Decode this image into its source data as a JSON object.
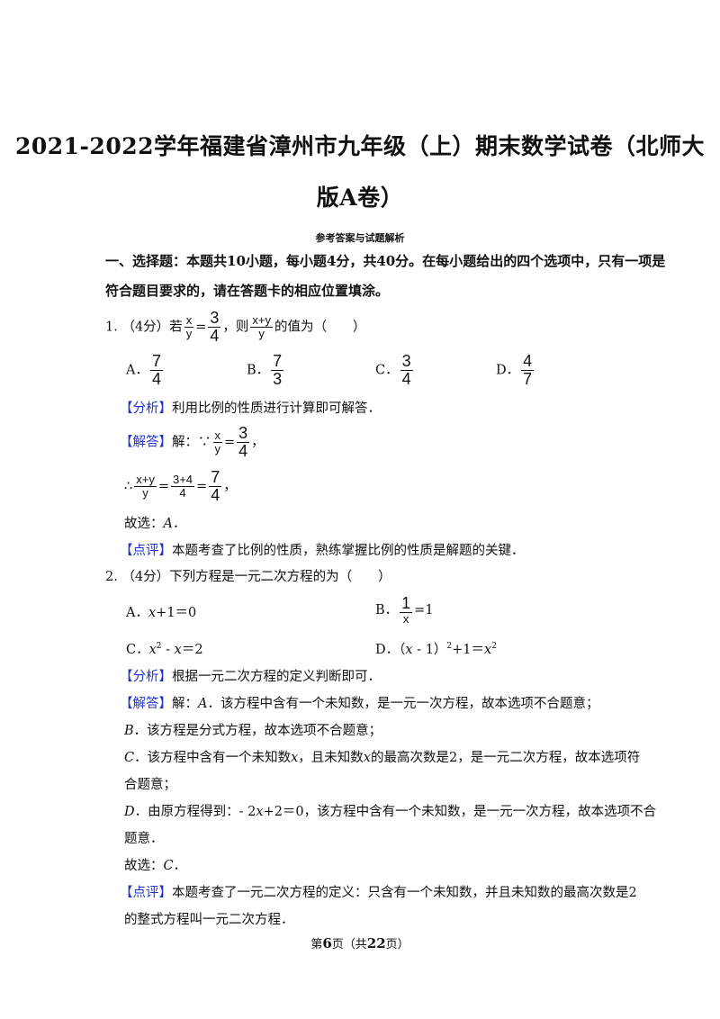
{
  "title": {
    "line1": "2021-2022学年福建省漳州市九年级（上）期末数学试卷（北师大",
    "line2": "版A卷）"
  },
  "subtitle": "参考答案与试题解析",
  "section": {
    "line1": "一、选择题：本题共10小题，每小题4分，共40分。在每小题给出的四个选项中，只有一项是",
    "line2": "符合题目要求的，请在答题卡的相应位置填涂。"
  },
  "q1": {
    "num": "1.",
    "score": "（4分）若",
    "frac1": {
      "n": "x",
      "d": "y"
    },
    "eq": "=",
    "frac2": {
      "n": "3",
      "d": "4"
    },
    "mid": "，则",
    "frac3": {
      "n": "x+y",
      "d": "y"
    },
    "tail": "的值为（　　）",
    "options": [
      {
        "label": "A．",
        "n": "7",
        "d": "4"
      },
      {
        "label": "B．",
        "n": "7",
        "d": "3"
      },
      {
        "label": "C．",
        "n": "3",
        "d": "4"
      },
      {
        "label": "D．",
        "n": "4",
        "d": "7"
      }
    ],
    "analysis_tag": "【分析】",
    "analysis": "利用比例的性质进行计算即可解答．",
    "answer_tag": "【解答】",
    "answer_pre": "解：∵",
    "ans_f1": {
      "n": "x",
      "d": "y"
    },
    "ans_eq": "=",
    "ans_f2": {
      "n": "3",
      "d": "4"
    },
    "ans_end": "，",
    "step_pre": "∴",
    "step_f1": {
      "n": "x+y",
      "d": "y"
    },
    "step_eq1": "=",
    "step_f2": {
      "n": "3+4",
      "d": "4"
    },
    "step_eq2": "=",
    "step_f3": {
      "n": "7",
      "d": "4"
    },
    "step_end": "，",
    "choose_pre": "故选：",
    "choose": "A",
    "choose_end": "．",
    "comment_tag": "【点评】",
    "comment": "本题考查了比例的性质，熟练掌握比例的性质是解题的关键．"
  },
  "q2": {
    "num": "2.",
    "text": "（4分）下列方程是一元二次方程的为（　　）",
    "optA_label": "A．",
    "optA_x": "x",
    "optA_rest": "+1＝0",
    "optB_label": "B．",
    "optB_n": "1",
    "optB_d": "x",
    "optB_rest": "=1",
    "optC_label": "C．",
    "optC_x": "x",
    "optC_sup": "2",
    "optC_mid": " - ",
    "optC_x2": "x",
    "optC_rest": "＝2",
    "optD_label": "D．",
    "optD_pre": "（",
    "optD_x": "x",
    "optD_mid": " - 1）",
    "optD_sup": "2",
    "optD_rest": "+1＝",
    "optD_x2": "x",
    "optD_sup2": "2",
    "analysis_tag": "【分析】",
    "analysis": "根据一元二次方程的定义判断即可．",
    "answer_tag": "【解答】",
    "answer_a_pre": "解：",
    "answer_a_letter": "A",
    "answer_a": "．该方程中含有一个未知数，是一元一次方程，故本选项不合题意；",
    "b_letter": "B",
    "b_text": "．该方程是分式方程，故本选项不合题意；",
    "c_letter": "C",
    "c_text1": "．该方程中含有一个未知数",
    "c_x1": "x",
    "c_text2": "，且未知数",
    "c_x2": "x",
    "c_text3": "的最高次数是2，是一元二次方程，故本选项符",
    "c_text4": "合题意；",
    "d_letter": "D",
    "d_text1": "．由原方程得到：- 2",
    "d_x": "x",
    "d_text2": "+2＝0，该方程中含有一个未知数，是一元一次方程，故本选项不合",
    "d_text3": "题意．",
    "choose_pre": "故选：",
    "choose": "C",
    "choose_end": "．",
    "comment_tag": "【点评】",
    "comment1": "本题考查了一元二次方程的定义：只含有一个未知数，并且未知数的最高次数是2",
    "comment2": "的整式方程叫一元二次方程．"
  },
  "footer": {
    "pre": "第",
    "page": "6",
    "mid": "页（共",
    "total": "22",
    "post": "页）"
  },
  "colors": {
    "tag": "#2233cc",
    "text": "#111111"
  }
}
